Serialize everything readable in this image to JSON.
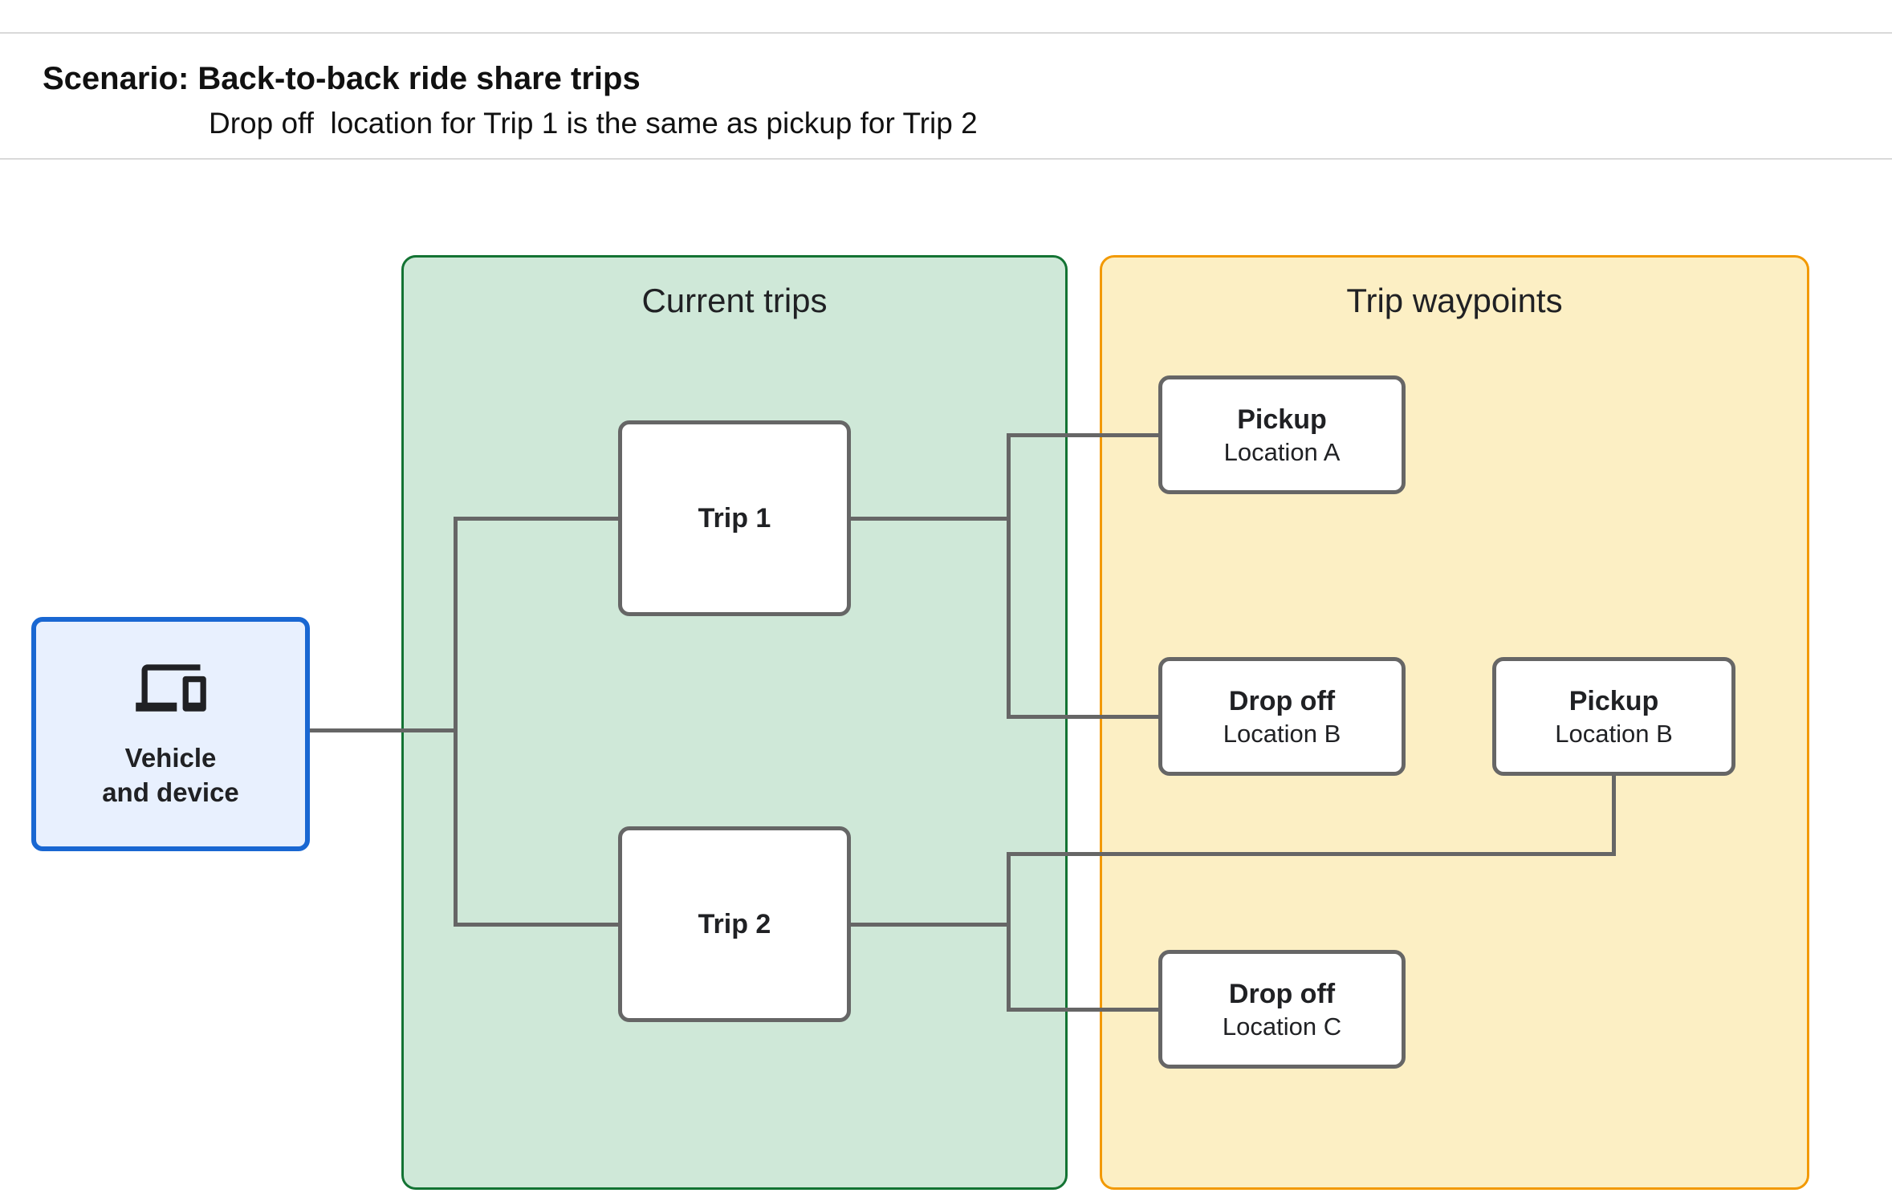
{
  "header": {
    "title": "Scenario: Back-to-back ride share trips",
    "subtitle": "Drop off  location for Trip 1 is the same as pickup for Trip 2"
  },
  "groups": [
    {
      "id": "current-trips",
      "title": "Current trips",
      "fill": "#cfe8d8",
      "border": "#137333"
    },
    {
      "id": "trip-waypoints",
      "title": "Trip waypoints",
      "fill": "#fcefc4",
      "border": "#f29900"
    }
  ],
  "vehicle_node": {
    "icon": "devices-icon",
    "line1": "Vehicle",
    "line2": "and device",
    "fill": "#e8f0fe",
    "border": "#1967d2"
  },
  "trips": [
    {
      "label": "Trip 1"
    },
    {
      "label": "Trip 2"
    }
  ],
  "waypoints": [
    {
      "type": "Pickup",
      "location": "Location A"
    },
    {
      "type": "Drop off",
      "location": "Location B"
    },
    {
      "type": "Pickup",
      "location": "Location B"
    },
    {
      "type": "Drop off",
      "location": "Location C"
    }
  ],
  "colors": {
    "node_border": "#666666",
    "connector": "#666666",
    "divider": "#d9d9d9",
    "text": "#202124"
  },
  "connections": [
    "Vehicle and device -> Trip 1",
    "Vehicle and device -> Trip 2",
    "Trip 1 -> Pickup Location A",
    "Trip 1 -> Drop off Location B",
    "Trip 2 -> Pickup Location B",
    "Trip 2 -> Drop off Location C"
  ]
}
